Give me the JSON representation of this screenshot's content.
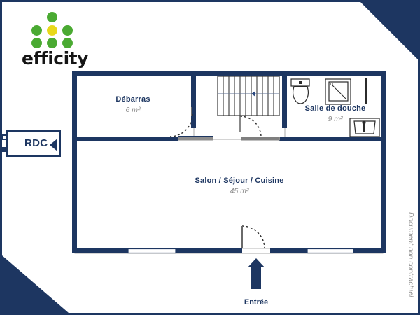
{
  "brand": {
    "name": "efficity",
    "dot_colors": [
      "#4aaa32",
      "#e8d81a"
    ],
    "logo_icon": "logo-dots-pyramid"
  },
  "floor_selector": {
    "label": "RDC",
    "arrow_icon": "left-pointing-triangle-icon"
  },
  "disclaimer": {
    "text": "Document non contractuel"
  },
  "plan": {
    "accent_color": "#1d3661",
    "wall_color": "#1d3661",
    "area_text_color": "#8c8c8c",
    "rooms": [
      {
        "name": "Débarras",
        "area": "6 m²"
      },
      {
        "name": "Salle de douche",
        "area": "9 m²"
      },
      {
        "name": "Salon / Séjour / Cuisine",
        "area": "45 m²"
      }
    ],
    "entrance": {
      "label": "Entrée",
      "marker_icon": "up-arrow-icon"
    },
    "fixtures": [
      {
        "icon": "toilet-icon"
      },
      {
        "icon": "shower-cubicle-icon"
      },
      {
        "icon": "washbasin-icon"
      },
      {
        "icon": "staircase-icon"
      }
    ],
    "openings": [
      {
        "icon": "door-swing-icon"
      },
      {
        "icon": "door-swing-icon"
      },
      {
        "icon": "door-swing-icon"
      },
      {
        "icon": "window-icon"
      },
      {
        "icon": "window-icon"
      }
    ]
  }
}
